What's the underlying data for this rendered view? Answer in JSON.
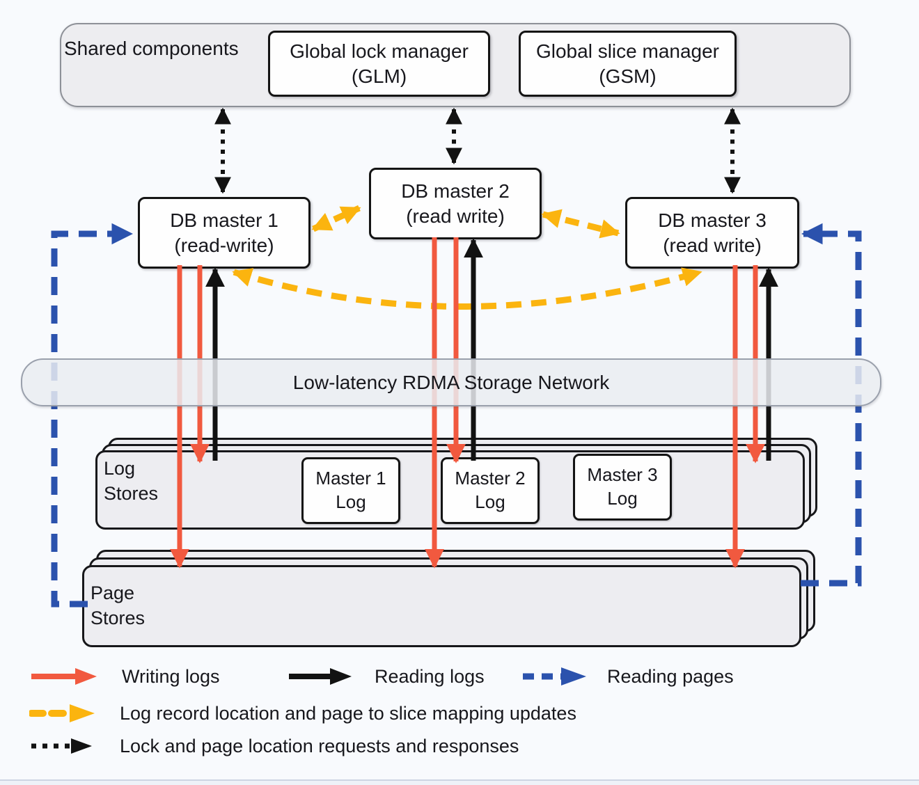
{
  "shared_components": {
    "label": "Shared components",
    "boxes": [
      {
        "name": "glm",
        "line1": "Global lock manager",
        "line2": "(GLM)"
      },
      {
        "name": "gsm",
        "line1": "Global slice manager",
        "line2": "(GSM)"
      }
    ]
  },
  "db_masters": [
    {
      "line1": "DB master 1",
      "line2": "(read-write)"
    },
    {
      "line1": "DB master 2",
      "line2": "(read write)"
    },
    {
      "line1": "DB master 3",
      "line2": "(read write)"
    }
  ],
  "network": {
    "label": "Low-latency RDMA Storage Network"
  },
  "log_stores": {
    "label_line1": "Log",
    "label_line2": "Stores",
    "master_logs": [
      {
        "line1": "Master 1",
        "line2": "Log"
      },
      {
        "line1": "Master 2",
        "line2": "Log"
      },
      {
        "line1": "Master 3",
        "line2": "Log"
      }
    ]
  },
  "page_stores": {
    "label_line1": "Page",
    "label_line2": "Stores"
  },
  "legend": {
    "items": [
      {
        "id": "writing-logs",
        "style": "solid",
        "color": "#f1593f",
        "label": "Writing logs"
      },
      {
        "id": "reading-logs",
        "style": "solid",
        "color": "#121212",
        "label": "Reading logs"
      },
      {
        "id": "reading-pages",
        "style": "dashed",
        "color": "#2b52ad",
        "label": "Reading pages"
      },
      {
        "id": "mapping-updates",
        "style": "dashed",
        "color": "#fbb40f",
        "label": "Log record location and page to slice mapping updates"
      },
      {
        "id": "lock-page-location",
        "style": "dotted",
        "color": "#121212",
        "label": "Lock and page location requests and responses"
      }
    ]
  },
  "colors": {
    "writing_logs": "#f1593f",
    "reading_logs": "#121212",
    "reading_pages": "#2b52ad",
    "mapping_updates": "#fbb40f",
    "box_fill": "#fefefe",
    "container_fill": "#ededf0",
    "background": "#f8fafd"
  }
}
